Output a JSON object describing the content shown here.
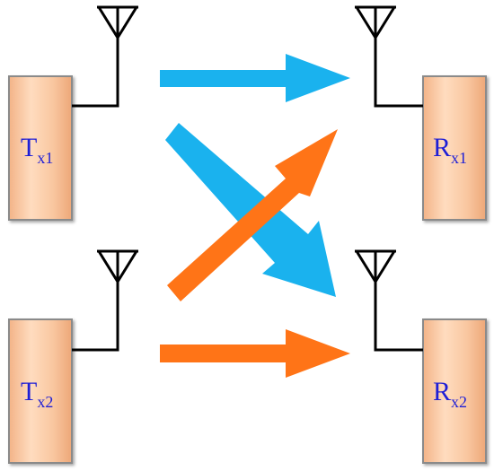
{
  "colors": {
    "box_fill_light": "#ffd9b8",
    "box_fill_dark": "#f4b58a",
    "box_stroke": "#8a8a8a",
    "line": "#000000",
    "arrow_blue": "#1ab2ee",
    "arrow_orange": "#ff7417",
    "label_text": "#1f1fd6"
  },
  "transmitters": [
    {
      "id": "tx1",
      "label_main": "T",
      "label_sub": "x1"
    },
    {
      "id": "tx2",
      "label_main": "T",
      "label_sub": "x2"
    }
  ],
  "receivers": [
    {
      "id": "rx1",
      "label_main": "R",
      "label_sub": "x1"
    },
    {
      "id": "rx2",
      "label_main": "R",
      "label_sub": "x2"
    }
  ],
  "links": [
    {
      "id": "tx1-to-rx1",
      "from": "tx1",
      "to": "rx1",
      "color": "blue",
      "path": "direct"
    },
    {
      "id": "tx1-to-rx2",
      "from": "tx1",
      "to": "rx2",
      "color": "blue",
      "path": "cross"
    },
    {
      "id": "tx2-to-rx1",
      "from": "tx2",
      "to": "rx1",
      "color": "orange",
      "path": "cross"
    },
    {
      "id": "tx2-to-rx2",
      "from": "tx2",
      "to": "rx2",
      "color": "orange",
      "path": "direct"
    }
  ]
}
